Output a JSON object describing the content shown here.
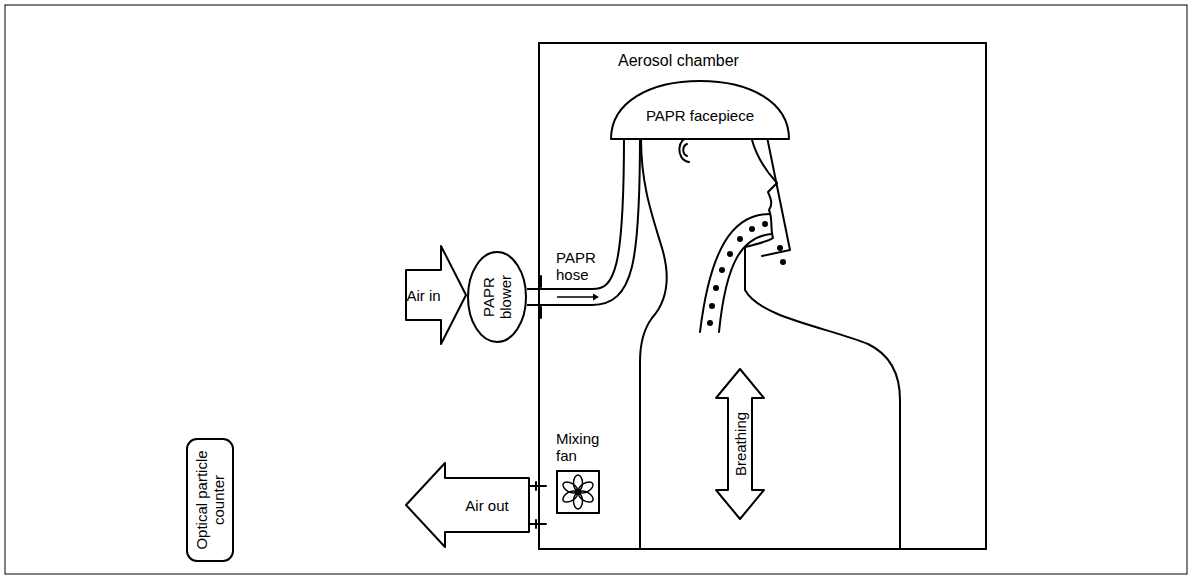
{
  "diagram": {
    "nodes": [
      {
        "text": [
          "Aerosol chamber"
        ]
      },
      {
        "text": [
          "PAPR facepiece"
        ],
        "in": 0
      },
      {
        "text": [
          "Mixing fan"
        ],
        "in": 0
      },
      {
        "text": [
          "Breathing"
        ],
        "in": 0
      },
      {
        "text": [
          "Air in"
        ]
      },
      {
        "text": [
          "PAPR blower"
        ]
      },
      {
        "text": [
          "Air out"
        ]
      },
      {
        "text": [
          "Optical particle counter"
        ]
      }
    ],
    "edges": [
      {
        "from": 5,
        "to": 1,
        "arrow": "to"
      }
    ],
    "labels": [
      "PAPR hose"
    ]
  }
}
